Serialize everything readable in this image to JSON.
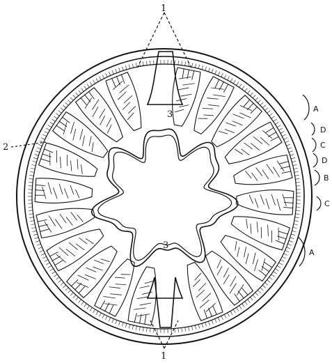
{
  "figure": {
    "labels": {
      "top_marker": "1",
      "bottom_marker": "1",
      "left_marker": "2",
      "center_upper": "3",
      "center_lower": "3"
    },
    "right_brackets": [
      "A",
      "D",
      "C",
      "D",
      "B",
      "C",
      "A"
    ]
  }
}
